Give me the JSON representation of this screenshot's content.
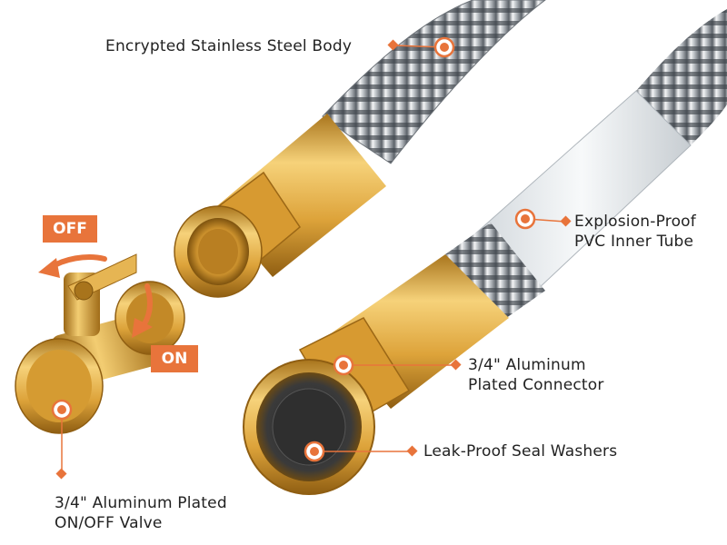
{
  "labels": {
    "body": "Encrypted Stainless Steel Body",
    "tube_line1": "Explosion-Proof",
    "tube_line2": "PVC Inner Tube",
    "connector_line1": "3/4\" Aluminum",
    "connector_line2": "Plated Connector",
    "washers": "Leak-Proof Seal Washers",
    "valve_line1": "3/4\" Aluminum Plated",
    "valve_line2": "ON/OFF Valve"
  },
  "badges": {
    "off": "OFF",
    "on": "ON"
  },
  "colors": {
    "accent": "#e8743b",
    "brass": "#e0aa3e",
    "steel": "#9aa0a6"
  }
}
